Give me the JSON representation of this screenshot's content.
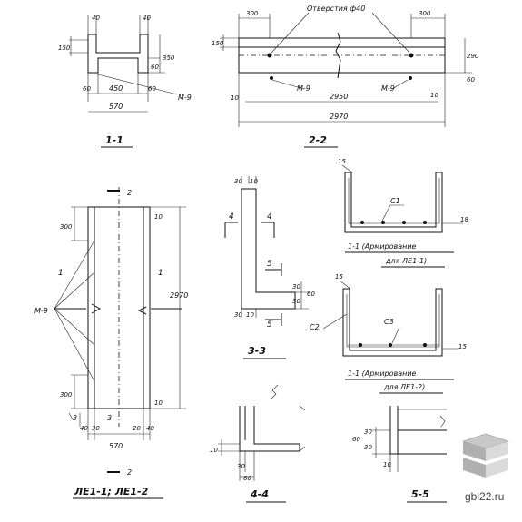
{
  "sections": {
    "s11": "1-1",
    "s22": "2-2",
    "s33": "3-3",
    "s44": "4-4",
    "s55": "5-5",
    "arm1": "1-1 (Армирование",
    "arm1b": "для ЛЕ1-1)",
    "arm2": "1-1 (Армирование",
    "arm2b": "для ЛЕ1-2)",
    "plan": "ЛЕ1-1; ЛЕ1-2"
  },
  "labels": {
    "holes": "Отверстия ф40",
    "m9": "М-9",
    "c1": "С1",
    "c2": "С2",
    "c3": "С3",
    "n1": "1",
    "n2": "2",
    "n3": "3",
    "n4": "4",
    "n5": "5"
  },
  "dims": {
    "d40": "40",
    "d150": "150",
    "d350": "350",
    "d60": "60",
    "d450": "450",
    "d570": "570",
    "d300": "300",
    "d2950": "2950",
    "d2970": "2970",
    "d290": "290",
    "d10": "10",
    "d30": "30",
    "d20": "20",
    "d15": "15",
    "d18": "18"
  },
  "watermark": "gbi22.ru"
}
